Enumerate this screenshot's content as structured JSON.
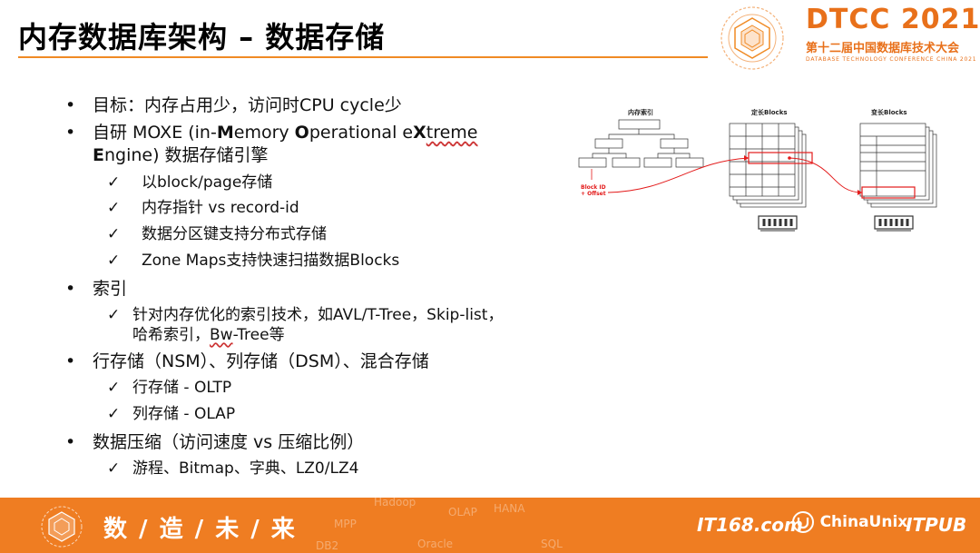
{
  "title": "内存数据库架构 – 数据存储",
  "logo": {
    "brand": "DTCC 2021",
    "brand_main": "DTCC",
    "brand_year": "2021",
    "subtitle_cn": "第十二届中国数据库技术大会",
    "subtitle_en": "DATABASE TECHNOLOGY CONFERENCE CHINA 2021",
    "color": "#e8701a"
  },
  "bullets": {
    "b1": "目标：内存占用少，访问时CPU cycle少",
    "b2_line1_pre": "自研 MOXE (in-",
    "b2_line1_M": "M",
    "b2_line1_mid1": "emory ",
    "b2_line1_O": "O",
    "b2_line1_mid2": "perational e",
    "b2_line1_X": "X",
    "b2_line1_post": "treme",
    "b2_line2_E": "E",
    "b2_line2_post": "ngine) 数据存储引擎",
    "b2_sub": [
      "以block/page存储",
      "内存指针 vs record-id",
      "数据分区键支持分布式存储",
      "Zone Maps支持快速扫描数据Blocks"
    ],
    "b3": "索引",
    "b3_sub_line1": "针对内存优化的索引技术，如AVL/T-Tree，Skip-list，",
    "b3_sub_line2_pre": "哈希索引，",
    "b3_sub_line2_bw": "Bw",
    "b3_sub_line2_post": "-Tree等",
    "b4": "行存储（NSM）、列存储（DSM）、混合存储",
    "b4_sub": [
      "行存储 - OLTP",
      "列存储 - OLAP"
    ],
    "b5": "数据压缩（访问速度 vs 压缩比例）",
    "b5_sub": "游程、Bitmap、字典、LZ0/LZ4",
    "bullet_glyph": "•",
    "check_glyph": "✓"
  },
  "diagram": {
    "index_label": "内存索引",
    "fixed_label": "定长Blocks",
    "var_label": "变长Blocks",
    "pointer_label_1": "Block ID",
    "pointer_label_2": "+ Offset",
    "accent_color": "#e31b1b"
  },
  "footer": {
    "slogan": "数 / 造 / 未 / 来",
    "watermarks": [
      "Hadoop",
      "OLAP",
      "HANA",
      "MPP",
      "DB2",
      "Oracle",
      "SQL"
    ],
    "sponsors": [
      "IT168.com",
      "ChinaUnix",
      "ITPUB"
    ],
    "color": "#ef7d22"
  }
}
